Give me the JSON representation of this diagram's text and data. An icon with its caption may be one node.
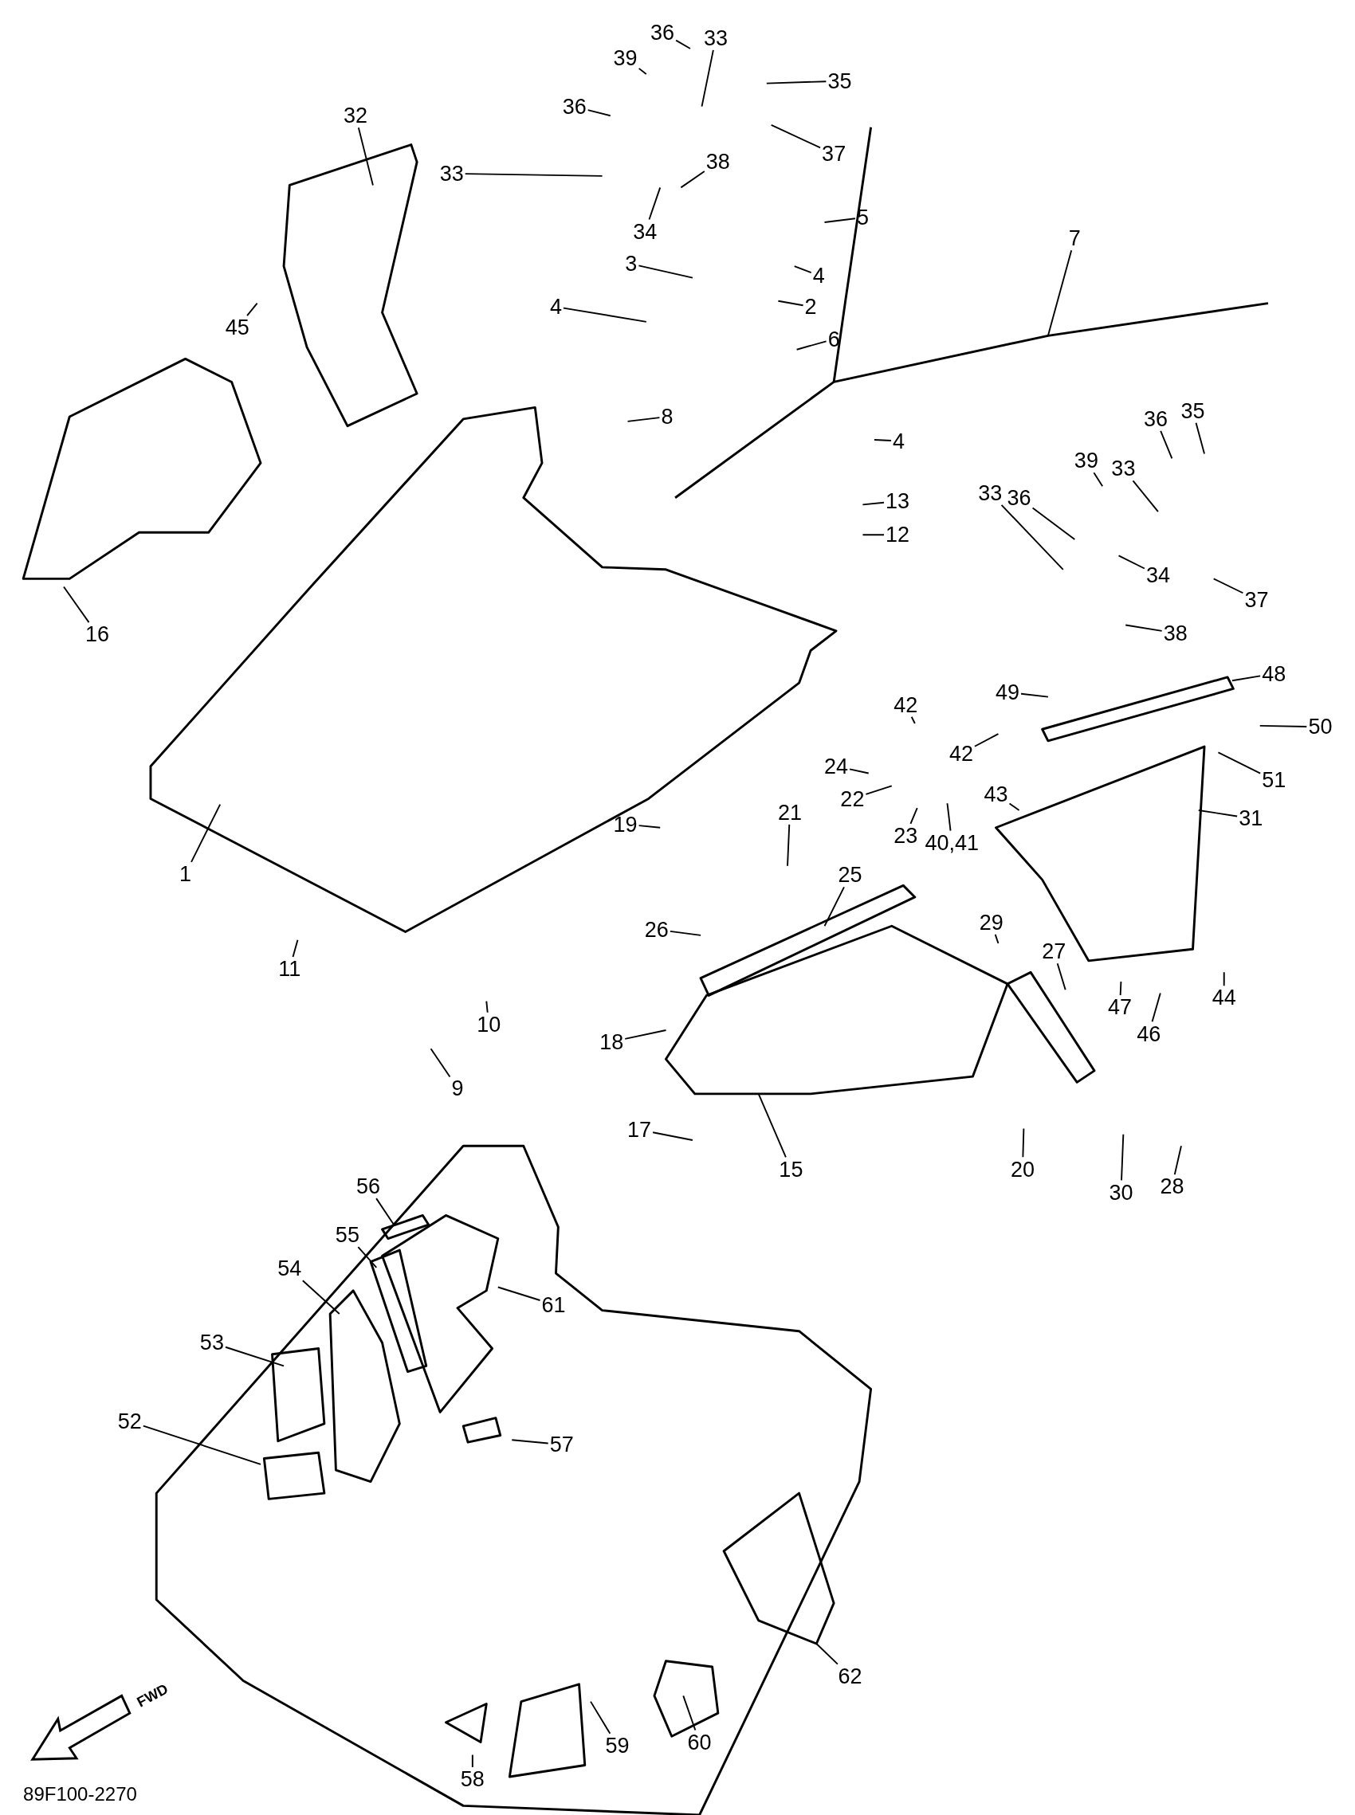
{
  "diagram": {
    "nodes": [
      {
        "text": [
          "36"
        ]
      },
      {
        "text": [
          "39"
        ]
      },
      {
        "text": [
          "33"
        ]
      },
      {
        "text": [
          "35"
        ]
      },
      {
        "text": [
          "36"
        ]
      },
      {
        "text": [
          "37"
        ]
      },
      {
        "text": [
          "33"
        ]
      },
      {
        "text": [
          "38"
        ]
      },
      {
        "text": [
          "34"
        ]
      },
      {
        "text": [
          "5"
        ]
      },
      {
        "text": [
          "3"
        ]
      },
      {
        "text": [
          "4"
        ]
      },
      {
        "text": [
          "4"
        ]
      },
      {
        "text": [
          "2"
        ]
      },
      {
        "text": [
          "6"
        ]
      },
      {
        "text": [
          "7"
        ]
      },
      {
        "text": [
          "8"
        ]
      },
      {
        "text": [
          "32"
        ]
      },
      {
        "text": [
          "45"
        ]
      },
      {
        "text": [
          "16"
        ]
      },
      {
        "text": [
          "4"
        ]
      },
      {
        "text": [
          "13"
        ]
      },
      {
        "text": [
          "12"
        ]
      },
      {
        "text": [
          "1"
        ]
      },
      {
        "text": [
          "11"
        ]
      },
      {
        "text": [
          "10"
        ]
      },
      {
        "text": [
          "9"
        ]
      },
      {
        "text": [
          "36"
        ]
      },
      {
        "text": [
          "35"
        ]
      },
      {
        "text": [
          "39"
        ]
      },
      {
        "text": [
          "33"
        ]
      },
      {
        "text": [
          "36"
        ]
      },
      {
        "text": [
          "33"
        ]
      },
      {
        "text": [
          "34"
        ]
      },
      {
        "text": [
          "37"
        ]
      },
      {
        "text": [
          "38"
        ]
      },
      {
        "text": [
          "49"
        ]
      },
      {
        "text": [
          "48"
        ]
      },
      {
        "text": [
          "50"
        ]
      },
      {
        "text": [
          "51"
        ]
      },
      {
        "text": [
          "42"
        ]
      },
      {
        "text": [
          "42"
        ]
      },
      {
        "text": [
          "24"
        ]
      },
      {
        "text": [
          "22"
        ]
      },
      {
        "text": [
          "23"
        ]
      },
      {
        "text": [
          "43"
        ]
      },
      {
        "text": [
          "40,41"
        ]
      },
      {
        "text": [
          "31"
        ]
      },
      {
        "text": [
          "19"
        ]
      },
      {
        "text": [
          "21"
        ]
      },
      {
        "text": [
          "25"
        ]
      },
      {
        "text": [
          "26"
        ]
      },
      {
        "text": [
          "29"
        ]
      },
      {
        "text": [
          "27"
        ]
      },
      {
        "text": [
          "47"
        ]
      },
      {
        "text": [
          "46"
        ]
      },
      {
        "text": [
          "44"
        ]
      },
      {
        "text": [
          "18"
        ]
      },
      {
        "text": [
          "17"
        ]
      },
      {
        "text": [
          "15"
        ]
      },
      {
        "text": [
          "20"
        ]
      },
      {
        "text": [
          "30"
        ]
      },
      {
        "text": [
          "28"
        ]
      },
      {
        "text": [
          "56"
        ]
      },
      {
        "text": [
          "55"
        ]
      },
      {
        "text": [
          "54"
        ]
      },
      {
        "text": [
          "61"
        ]
      },
      {
        "text": [
          "53"
        ]
      },
      {
        "text": [
          "52"
        ]
      },
      {
        "text": [
          "57"
        ]
      },
      {
        "text": [
          "62"
        ]
      },
      {
        "text": [
          "60"
        ]
      },
      {
        "text": [
          "59"
        ]
      },
      {
        "text": [
          "58"
        ]
      }
    ],
    "edges": [
      {
        "from": 0,
        "to": null,
        "arrow": "none"
      },
      {
        "from": 1,
        "to": null,
        "arrow": "none"
      },
      {
        "from": 2,
        "to": null,
        "arrow": "none"
      },
      {
        "from": 3,
        "to": null,
        "arrow": "none"
      },
      {
        "from": 4,
        "to": null,
        "arrow": "none"
      },
      {
        "from": 5,
        "to": null,
        "arrow": "none"
      },
      {
        "from": 6,
        "to": null,
        "arrow": "none"
      },
      {
        "from": 7,
        "to": null,
        "arrow": "none"
      },
      {
        "from": 8,
        "to": null,
        "arrow": "none"
      },
      {
        "from": 9,
        "to": null,
        "arrow": "none"
      },
      {
        "from": 10,
        "to": null,
        "arrow": "none"
      },
      {
        "from": 11,
        "to": null,
        "arrow": "none"
      },
      {
        "from": 12,
        "to": null,
        "arrow": "none"
      },
      {
        "from": 13,
        "to": null,
        "arrow": "none"
      },
      {
        "from": 14,
        "to": null,
        "arrow": "none"
      },
      {
        "from": 15,
        "to": null,
        "arrow": "none"
      },
      {
        "from": 16,
        "to": null,
        "arrow": "none"
      },
      {
        "from": 17,
        "to": null,
        "arrow": "none"
      },
      {
        "from": 18,
        "to": null,
        "arrow": "none"
      },
      {
        "from": 19,
        "to": null,
        "arrow": "none"
      },
      {
        "from": 20,
        "to": null,
        "arrow": "none"
      },
      {
        "from": 21,
        "to": null,
        "arrow": "none"
      },
      {
        "from": 22,
        "to": null,
        "arrow": "none"
      },
      {
        "from": 23,
        "to": null,
        "arrow": "none"
      },
      {
        "from": 24,
        "to": null,
        "arrow": "none"
      },
      {
        "from": 25,
        "to": null,
        "arrow": "none"
      },
      {
        "from": 26,
        "to": null,
        "arrow": "none"
      },
      {
        "from": 27,
        "to": null,
        "arrow": "none"
      },
      {
        "from": 28,
        "to": null,
        "arrow": "none"
      },
      {
        "from": 29,
        "to": null,
        "arrow": "none"
      },
      {
        "from": 30,
        "to": null,
        "arrow": "none"
      },
      {
        "from": 31,
        "to": null,
        "arrow": "none"
      },
      {
        "from": 32,
        "to": null,
        "arrow": "none"
      },
      {
        "from": 33,
        "to": null,
        "arrow": "none"
      },
      {
        "from": 34,
        "to": null,
        "arrow": "none"
      },
      {
        "from": 35,
        "to": null,
        "arrow": "none"
      },
      {
        "from": 36,
        "to": null,
        "arrow": "none"
      },
      {
        "from": 37,
        "to": null,
        "arrow": "none"
      },
      {
        "from": 38,
        "to": null,
        "arrow": "none"
      },
      {
        "from": 39,
        "to": null,
        "arrow": "none"
      },
      {
        "from": 40,
        "to": null,
        "arrow": "none"
      },
      {
        "from": 41,
        "to": null,
        "arrow": "none"
      },
      {
        "from": 42,
        "to": null,
        "arrow": "none"
      },
      {
        "from": 43,
        "to": null,
        "arrow": "none"
      },
      {
        "from": 44,
        "to": null,
        "arrow": "none"
      },
      {
        "from": 45,
        "to": null,
        "arrow": "none"
      },
      {
        "from": 46,
        "to": null,
        "arrow": "none"
      },
      {
        "from": 47,
        "to": null,
        "arrow": "none"
      },
      {
        "from": 48,
        "to": null,
        "arrow": "none"
      },
      {
        "from": 49,
        "to": null,
        "arrow": "none"
      },
      {
        "from": 50,
        "to": null,
        "arrow": "none"
      },
      {
        "from": 51,
        "to": null,
        "arrow": "none"
      },
      {
        "from": 52,
        "to": null,
        "arrow": "none"
      },
      {
        "from": 53,
        "to": null,
        "arrow": "none"
      },
      {
        "from": 54,
        "to": null,
        "arrow": "none"
      },
      {
        "from": 55,
        "to": null,
        "arrow": "none"
      },
      {
        "from": 56,
        "to": null,
        "arrow": "none"
      },
      {
        "from": 57,
        "to": null,
        "arrow": "none"
      },
      {
        "from": 58,
        "to": null,
        "arrow": "none"
      },
      {
        "from": 59,
        "to": null,
        "arrow": "none"
      },
      {
        "from": 60,
        "to": null,
        "arrow": "none"
      },
      {
        "from": 61,
        "to": null,
        "arrow": "none"
      },
      {
        "from": 62,
        "to": null,
        "arrow": "none"
      },
      {
        "from": 63,
        "to": null,
        "arrow": "none"
      },
      {
        "from": 64,
        "to": null,
        "arrow": "none"
      },
      {
        "from": 65,
        "to": null,
        "arrow": "none"
      },
      {
        "from": 66,
        "to": null,
        "arrow": "none"
      },
      {
        "from": 67,
        "to": null,
        "arrow": "none"
      },
      {
        "from": 68,
        "to": null,
        "arrow": "none"
      },
      {
        "from": 69,
        "to": null,
        "arrow": "none"
      },
      {
        "from": 70,
        "to": null,
        "arrow": "none"
      },
      {
        "from": 71,
        "to": null,
        "arrow": "none"
      },
      {
        "from": 72,
        "to": null,
        "arrow": "none"
      },
      {
        "from": 73,
        "to": null,
        "arrow": "none"
      }
    ],
    "labels": [
      "FWD",
      "89F100-2270"
    ]
  }
}
